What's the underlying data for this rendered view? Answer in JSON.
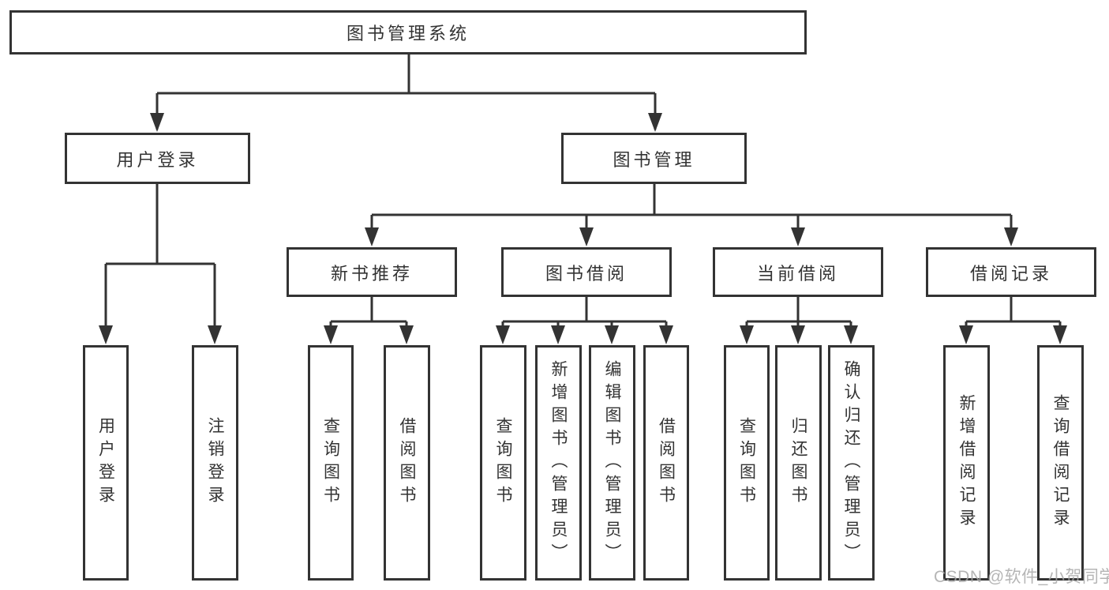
{
  "diagram": {
    "type": "tree",
    "title": "图书管理系统",
    "nodes": {
      "root": {
        "label": "图书管理系统"
      },
      "login": {
        "label": "用户登录"
      },
      "mgmt": {
        "label": "图书管理"
      },
      "recommend": {
        "label": "新书推荐"
      },
      "borrow": {
        "label": "图书借阅"
      },
      "current": {
        "label": "当前借阅"
      },
      "record": {
        "label": "借阅记录"
      },
      "leaf_login": {
        "label": "用户登录"
      },
      "leaf_logout": {
        "label": "注销登录"
      },
      "leaf_rec_query": {
        "label": "查询图书"
      },
      "leaf_rec_borrow": {
        "label": "借阅图书"
      },
      "leaf_bor_query": {
        "label": "查询图书"
      },
      "leaf_bor_add": {
        "label": "新增图书（管理员）"
      },
      "leaf_bor_edit": {
        "label": "编辑图书（管理员）"
      },
      "leaf_bor_borrow": {
        "label": "借阅图书"
      },
      "leaf_cur_query": {
        "label": "查询图书"
      },
      "leaf_cur_return": {
        "label": "归还图书"
      },
      "leaf_cur_confirm": {
        "label": "确认归还（管理员）"
      },
      "leaf_recd_add": {
        "label": "新增借阅记录"
      },
      "leaf_recd_query": {
        "label": "查询借阅记录"
      }
    },
    "edges": [
      [
        "图书管理系统",
        "用户登录"
      ],
      [
        "图书管理系统",
        "图书管理"
      ],
      [
        "用户登录",
        "用户登录"
      ],
      [
        "用户登录",
        "注销登录"
      ],
      [
        "图书管理",
        "新书推荐"
      ],
      [
        "图书管理",
        "图书借阅"
      ],
      [
        "图书管理",
        "当前借阅"
      ],
      [
        "图书管理",
        "借阅记录"
      ],
      [
        "新书推荐",
        "查询图书"
      ],
      [
        "新书推荐",
        "借阅图书"
      ],
      [
        "图书借阅",
        "查询图书"
      ],
      [
        "图书借阅",
        "新增图书（管理员）"
      ],
      [
        "图书借阅",
        "编辑图书（管理员）"
      ],
      [
        "图书借阅",
        "借阅图书"
      ],
      [
        "当前借阅",
        "查询图书"
      ],
      [
        "当前借阅",
        "归还图书"
      ],
      [
        "当前借阅",
        "确认归还（管理员）"
      ],
      [
        "借阅记录",
        "新增借阅记录"
      ],
      [
        "借阅记录",
        "查询借阅记录"
      ]
    ]
  },
  "watermark": {
    "text": "CSDN @软件_小贺同学"
  },
  "colors": {
    "line": "#333333",
    "box_border": "#333333",
    "text": "#333333",
    "background": "#ffffff",
    "watermark": "#a8a8a8"
  }
}
